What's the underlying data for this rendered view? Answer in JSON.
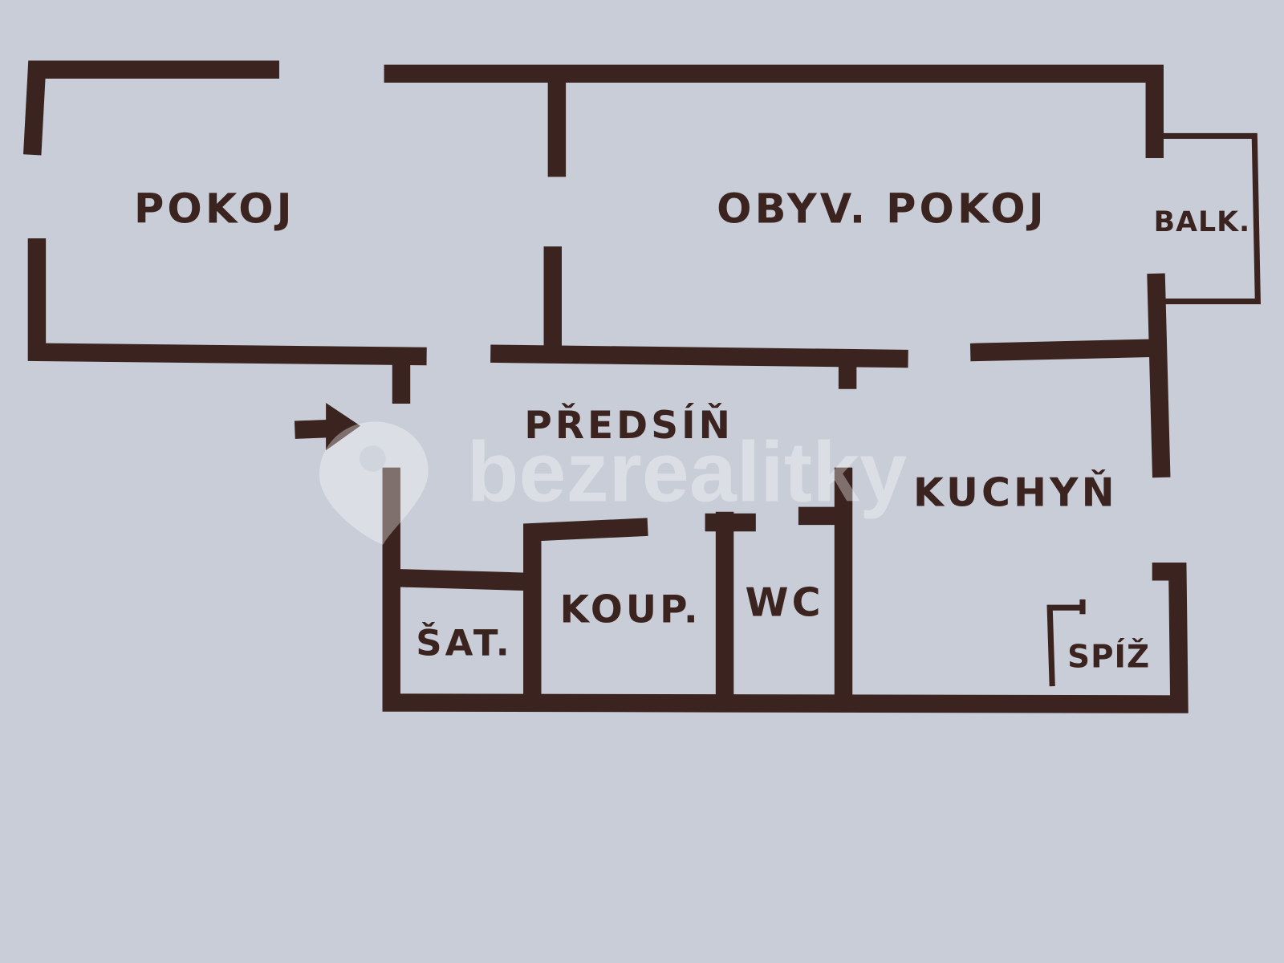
{
  "colors": {
    "background": "#c8cdd7",
    "ink": "#3b2420",
    "watermark": "#ffffff"
  },
  "rooms": {
    "pokoj": "POKOJ",
    "obyvaci_pokoj": "OBYV. POKOJ",
    "balkon": "BALK.",
    "predsin": "PŘEDSÍŇ",
    "kuchyn": "KUCHYŇ",
    "satna": "ŠAT.",
    "koupelna": "KOUP.",
    "wc": "WC",
    "spiz": "SPÍŽ"
  },
  "watermark": {
    "text": "bezrealitky",
    "icon": "map-pin-icon"
  },
  "entrance": {
    "icon": "entrance-arrow-icon"
  }
}
